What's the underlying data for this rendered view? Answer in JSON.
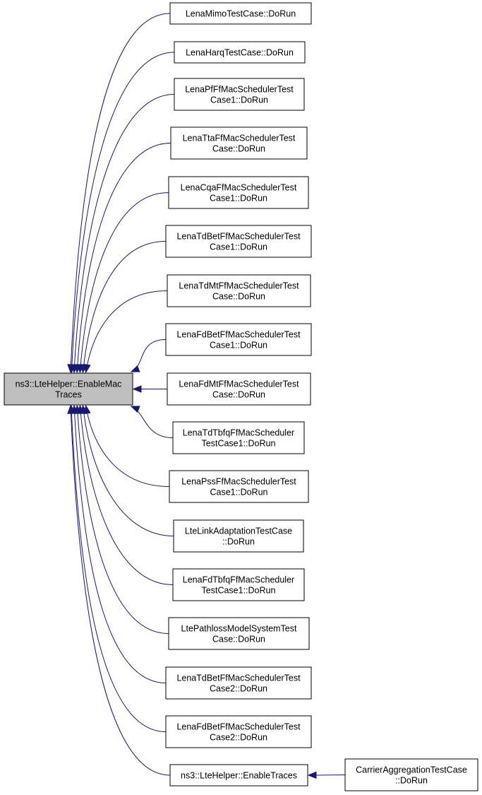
{
  "graph": {
    "focus_node": {
      "id": "focus",
      "lines": [
        "ns3::LteHelper::EnableMac",
        "Traces"
      ]
    },
    "caller_nodes": [
      {
        "id": "n1",
        "lines": [
          "LenaMimoTestCase::DoRun"
        ]
      },
      {
        "id": "n2",
        "lines": [
          "LenaHarqTestCase::DoRun"
        ]
      },
      {
        "id": "n3",
        "lines": [
          "LenaPfFfMacSchedulerTest",
          "Case1::DoRun"
        ]
      },
      {
        "id": "n4",
        "lines": [
          "LenaTtaFfMacSchedulerTest",
          "Case::DoRun"
        ]
      },
      {
        "id": "n5",
        "lines": [
          "LenaCqaFfMacSchedulerTest",
          "Case1::DoRun"
        ]
      },
      {
        "id": "n6",
        "lines": [
          "LenaTdBetFfMacSchedulerTest",
          "Case1::DoRun"
        ]
      },
      {
        "id": "n7",
        "lines": [
          "LenaTdMtFfMacSchedulerTest",
          "Case::DoRun"
        ]
      },
      {
        "id": "n8",
        "lines": [
          "LenaFdBetFfMacSchedulerTest",
          "Case1::DoRun"
        ]
      },
      {
        "id": "n9",
        "lines": [
          "LenaFdMtFfMacSchedulerTest",
          "Case::DoRun"
        ]
      },
      {
        "id": "n10",
        "lines": [
          "LenaTdTbfqFfMacScheduler",
          "TestCase1::DoRun"
        ]
      },
      {
        "id": "n11",
        "lines": [
          "LenaPssFfMacSchedulerTest",
          "Case1::DoRun"
        ]
      },
      {
        "id": "n12",
        "lines": [
          "LteLinkAdaptationTestCase",
          "::DoRun"
        ]
      },
      {
        "id": "n13",
        "lines": [
          "LenaFdTbfqFfMacScheduler",
          "TestCase1::DoRun"
        ]
      },
      {
        "id": "n14",
        "lines": [
          "LtePathlossModelSystemTest",
          "Case::DoRun"
        ]
      },
      {
        "id": "n15",
        "lines": [
          "LenaTdBetFfMacSchedulerTest",
          "Case2::DoRun"
        ]
      },
      {
        "id": "n16",
        "lines": [
          "LenaFdBetFfMacSchedulerTest",
          "Case2::DoRun"
        ]
      },
      {
        "id": "n17",
        "lines": [
          "ns3::LteHelper::EnableTraces"
        ]
      }
    ],
    "secondary_nodes": [
      {
        "id": "n18",
        "lines": [
          "CarrierAggregationTestCase",
          "::DoRun"
        ],
        "calls": "n17"
      }
    ],
    "colors": {
      "edge": "#191970",
      "focus_fill": "#bfbfbf",
      "node_fill": "#ffffff",
      "border": "#000000"
    }
  }
}
